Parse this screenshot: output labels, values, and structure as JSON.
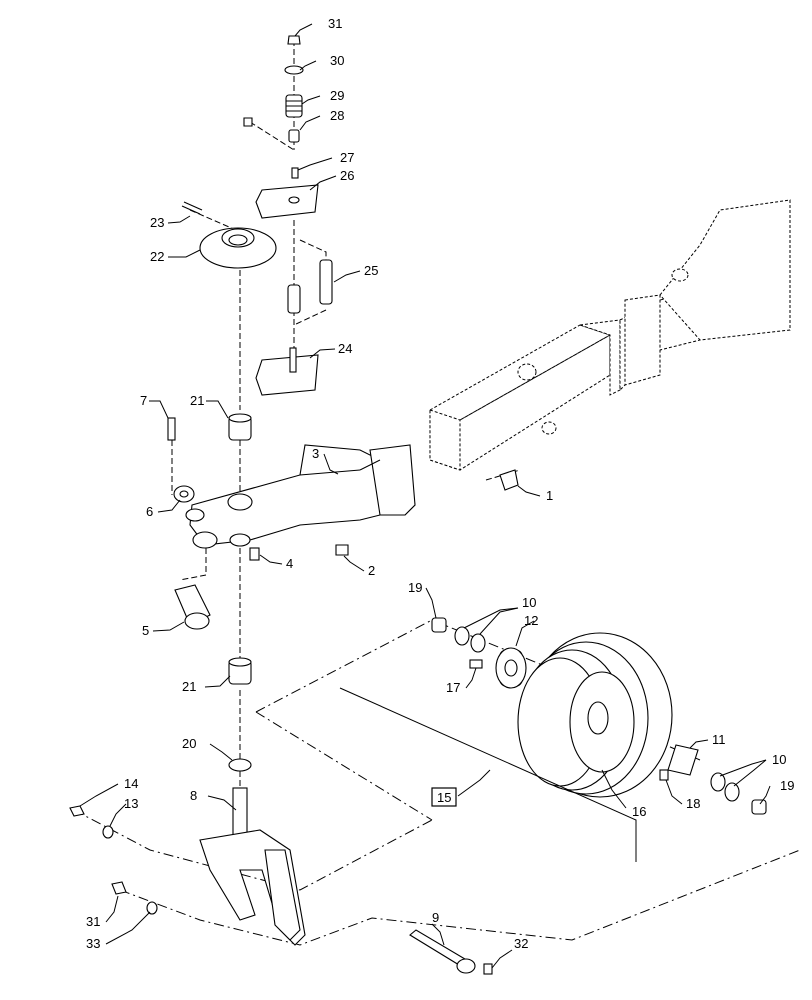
{
  "callouts": [
    {
      "id": "c31a",
      "label": "31"
    },
    {
      "id": "c30",
      "label": "30"
    },
    {
      "id": "c29",
      "label": "29"
    },
    {
      "id": "c28",
      "label": "28"
    },
    {
      "id": "c27",
      "label": "27"
    },
    {
      "id": "c26",
      "label": "26"
    },
    {
      "id": "c23",
      "label": "23"
    },
    {
      "id": "c22",
      "label": "22"
    },
    {
      "id": "c25",
      "label": "25"
    },
    {
      "id": "c24",
      "label": "24"
    },
    {
      "id": "c7",
      "label": "7"
    },
    {
      "id": "c21a",
      "label": "21"
    },
    {
      "id": "c3",
      "label": "3"
    },
    {
      "id": "c6",
      "label": "6"
    },
    {
      "id": "c1",
      "label": "1"
    },
    {
      "id": "c4",
      "label": "4"
    },
    {
      "id": "c2",
      "label": "2"
    },
    {
      "id": "c5",
      "label": "5"
    },
    {
      "id": "c19a",
      "label": "19"
    },
    {
      "id": "c10a",
      "label": "10"
    },
    {
      "id": "c12",
      "label": "12"
    },
    {
      "id": "c17",
      "label": "17"
    },
    {
      "id": "c21b",
      "label": "21"
    },
    {
      "id": "c11",
      "label": "11"
    },
    {
      "id": "c10b",
      "label": "10"
    },
    {
      "id": "c20",
      "label": "20"
    },
    {
      "id": "c14",
      "label": "14"
    },
    {
      "id": "c13",
      "label": "13"
    },
    {
      "id": "c8",
      "label": "8"
    },
    {
      "id": "c15",
      "label": "15"
    },
    {
      "id": "c16",
      "label": "16"
    },
    {
      "id": "c18",
      "label": "18"
    },
    {
      "id": "c19b",
      "label": "19"
    },
    {
      "id": "c31b",
      "label": "31"
    },
    {
      "id": "c33",
      "label": "33"
    },
    {
      "id": "c9",
      "label": "9"
    },
    {
      "id": "c32",
      "label": "32"
    }
  ]
}
